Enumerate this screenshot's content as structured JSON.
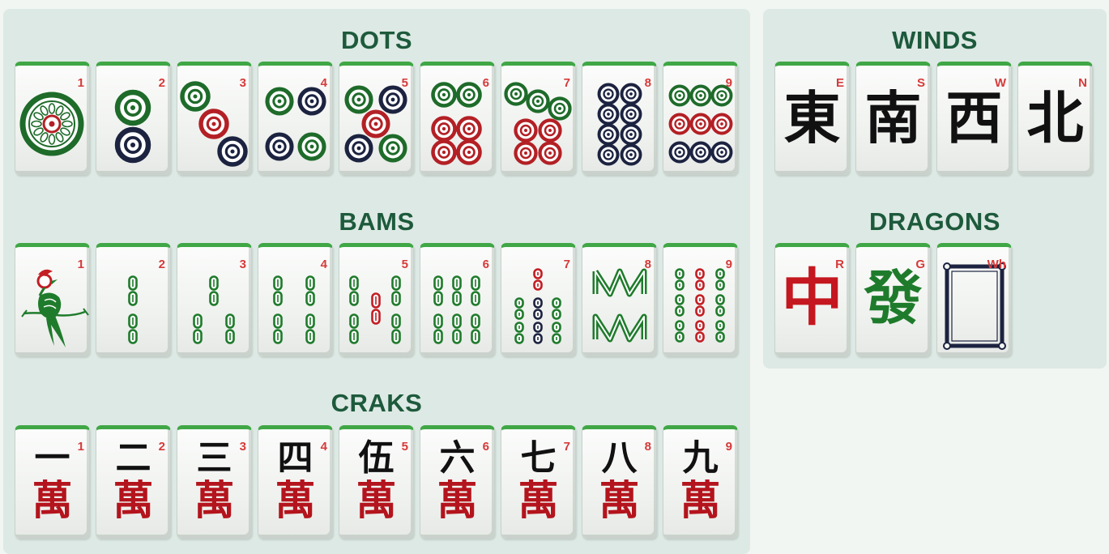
{
  "sections": {
    "dots": {
      "title": "DOTS",
      "tiles": [
        {
          "index": "1",
          "suit": "dots",
          "value": 1
        },
        {
          "index": "2",
          "suit": "dots",
          "value": 2
        },
        {
          "index": "3",
          "suit": "dots",
          "value": 3
        },
        {
          "index": "4",
          "suit": "dots",
          "value": 4
        },
        {
          "index": "5",
          "suit": "dots",
          "value": 5
        },
        {
          "index": "6",
          "suit": "dots",
          "value": 6
        },
        {
          "index": "7",
          "suit": "dots",
          "value": 7
        },
        {
          "index": "8",
          "suit": "dots",
          "value": 8
        },
        {
          "index": "9",
          "suit": "dots",
          "value": 9
        }
      ]
    },
    "bams": {
      "title": "BAMS",
      "tiles": [
        {
          "index": "1",
          "suit": "bams",
          "value": 1,
          "icon": "bird-icon"
        },
        {
          "index": "2",
          "suit": "bams",
          "value": 2
        },
        {
          "index": "3",
          "suit": "bams",
          "value": 3
        },
        {
          "index": "4",
          "suit": "bams",
          "value": 4
        },
        {
          "index": "5",
          "suit": "bams",
          "value": 5
        },
        {
          "index": "6",
          "suit": "bams",
          "value": 6
        },
        {
          "index": "7",
          "suit": "bams",
          "value": 7
        },
        {
          "index": "8",
          "suit": "bams",
          "value": 8
        },
        {
          "index": "9",
          "suit": "bams",
          "value": 9
        }
      ]
    },
    "craks": {
      "title": "CRAKS",
      "tiles": [
        {
          "index": "1",
          "numeral": "一",
          "wan": "萬"
        },
        {
          "index": "2",
          "numeral": "二",
          "wan": "萬"
        },
        {
          "index": "3",
          "numeral": "三",
          "wan": "萬"
        },
        {
          "index": "4",
          "numeral": "四",
          "wan": "萬"
        },
        {
          "index": "5",
          "numeral": "伍",
          "wan": "萬"
        },
        {
          "index": "6",
          "numeral": "六",
          "wan": "萬"
        },
        {
          "index": "7",
          "numeral": "七",
          "wan": "萬"
        },
        {
          "index": "8",
          "numeral": "八",
          "wan": "萬"
        },
        {
          "index": "9",
          "numeral": "九",
          "wan": "萬"
        }
      ]
    },
    "winds": {
      "title": "WINDS",
      "tiles": [
        {
          "index": "E",
          "glyph": "東"
        },
        {
          "index": "S",
          "glyph": "南"
        },
        {
          "index": "W",
          "glyph": "西"
        },
        {
          "index": "N",
          "glyph": "北"
        }
      ]
    },
    "dragons": {
      "title": "DRAGONS",
      "tiles": [
        {
          "index": "R",
          "glyph": "中",
          "color": "#c4171f"
        },
        {
          "index": "G",
          "glyph": "發",
          "color": "#1f7b2c"
        },
        {
          "index": "Wh",
          "glyph": "",
          "icon": "white-dragon-frame-icon",
          "color": "#1c2340"
        }
      ]
    }
  },
  "colors": {
    "accent_green": "#1d5a3c",
    "tile_top_green": "#3fa745",
    "index_red": "#d63a3a",
    "dot_green": "#1e6b2a",
    "dot_red": "#b32025",
    "dot_navy": "#1c2340",
    "bam_green": "#1f7b2c",
    "bam_red": "#c21e24",
    "bam_navy": "#1c2340"
  }
}
